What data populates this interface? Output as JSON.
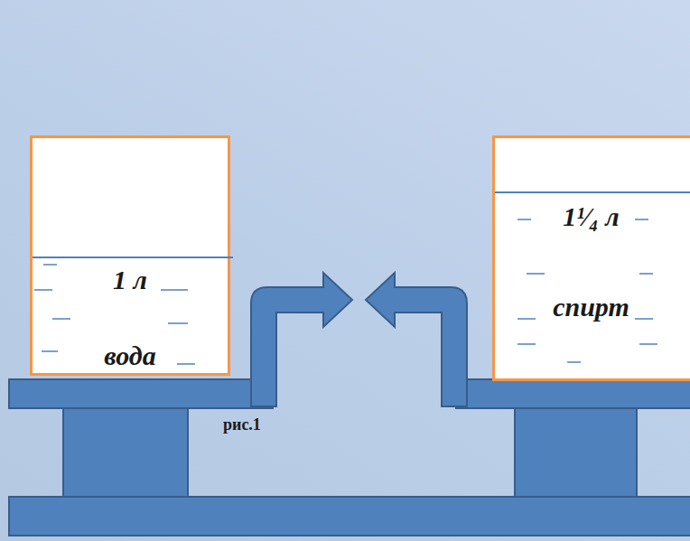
{
  "diagram": {
    "nodes": [
      {
        "text": [
          "1 л",
          "вода"
        ]
      },
      {
        "text": [
          "1¹⁄₄ л",
          "спирт"
        ]
      }
    ],
    "labels": [
      "рис.1"
    ]
  }
}
